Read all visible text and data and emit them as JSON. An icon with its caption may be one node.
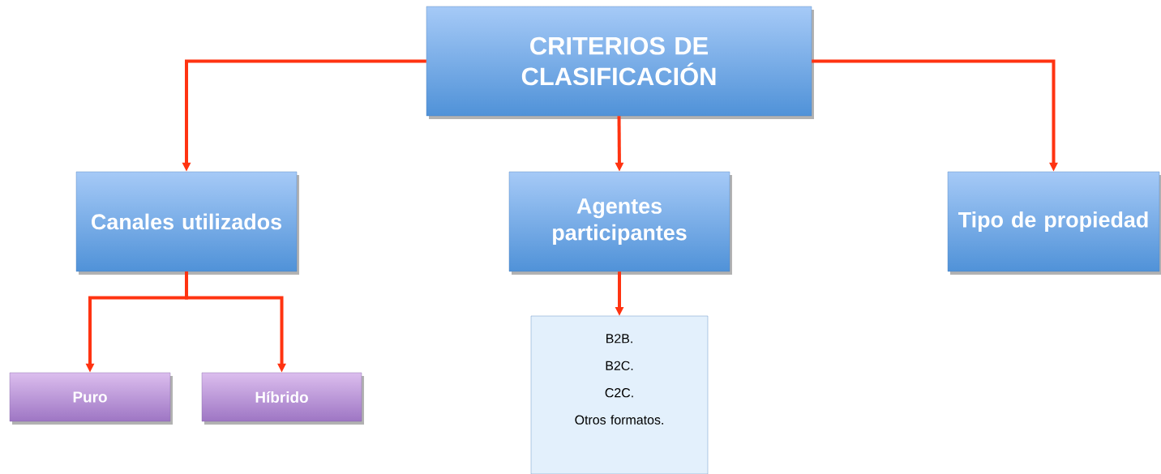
{
  "diagram": {
    "nodes": [
      {
        "text": [
          "CRITERIOS DE CLASIFICACIÓN"
        ]
      },
      {
        "text": [
          "Canales utilizados"
        ]
      },
      {
        "text": [
          "Agentes participantes"
        ]
      },
      {
        "text": [
          "Tipo de propiedad"
        ]
      },
      {
        "text": [
          "Puro"
        ]
      },
      {
        "text": [
          "Híbrido"
        ]
      },
      {
        "text": [
          "B2B.",
          "B2C.",
          "C2C.",
          "Otros formatos."
        ]
      }
    ],
    "edges": [
      {
        "from": 0,
        "to": 1,
        "arrow": "to"
      },
      {
        "from": 0,
        "to": 2,
        "arrow": "to"
      },
      {
        "from": 0,
        "to": 3,
        "arrow": "to"
      },
      {
        "from": 1,
        "to": 4,
        "arrow": "to"
      },
      {
        "from": 1,
        "to": 5,
        "arrow": "to"
      },
      {
        "from": 2,
        "to": 6,
        "arrow": "to"
      }
    ]
  }
}
